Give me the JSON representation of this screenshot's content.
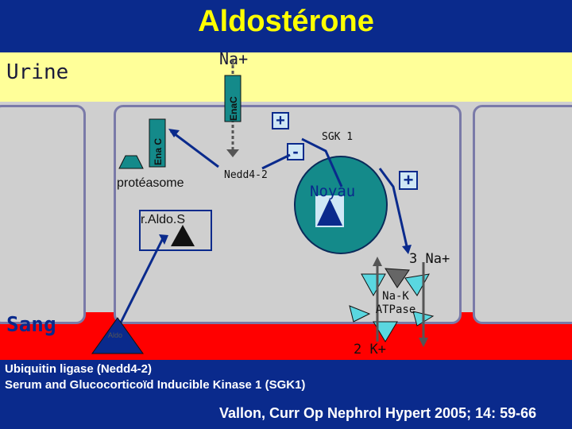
{
  "title": "Aldostérone",
  "urine_label": "Urine",
  "blood_label": "Sang",
  "na_urine": "Na+",
  "enac_apical": "EnaC",
  "enac_internal": "Ena C",
  "sgk_label": "SGK 1",
  "nedd_label": "Nedd4-2",
  "proteasome_label": "protéasome",
  "nucleus_label": "Noyau",
  "raldo_label": "r.Aldo.S",
  "aldo_label": "Aldo",
  "na3_label": "3 Na+",
  "k2_label": "2 K+",
  "pump_label_1": "Na-K",
  "pump_label_2": "ATPase",
  "plus_sign": "+",
  "minus_sign": "-",
  "footer_line1": "Ubiquitin ligase (Nedd4-2)",
  "footer_line2": "Serum and Glucocorticoïd Inducible Kinase 1 (SGK1)",
  "citation": "Vallon, Curr Op Nephrol Hypert 2005; 14: 59-66",
  "colors": {
    "background": "#0a2a8c",
    "title": "#ffff00",
    "urine": "#ffff99",
    "blood": "#ff0000",
    "cell": "#cfcfcf",
    "nucleus": "#148a8a",
    "arrow": "#0a2a8c"
  }
}
